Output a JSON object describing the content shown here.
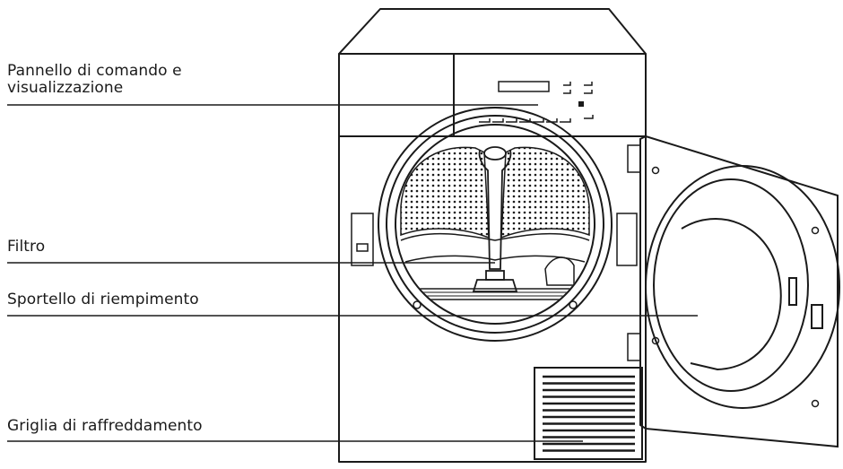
{
  "labels": {
    "panel_line1": "Pannello di comando e",
    "panel_line2": "visualizzazione",
    "filter": "Filtro",
    "door": "Sportello di riempimento",
    "grid": "Griglia di raffreddamento"
  },
  "colors": {
    "stroke": "#1a1a1a",
    "background": "#ffffff"
  }
}
